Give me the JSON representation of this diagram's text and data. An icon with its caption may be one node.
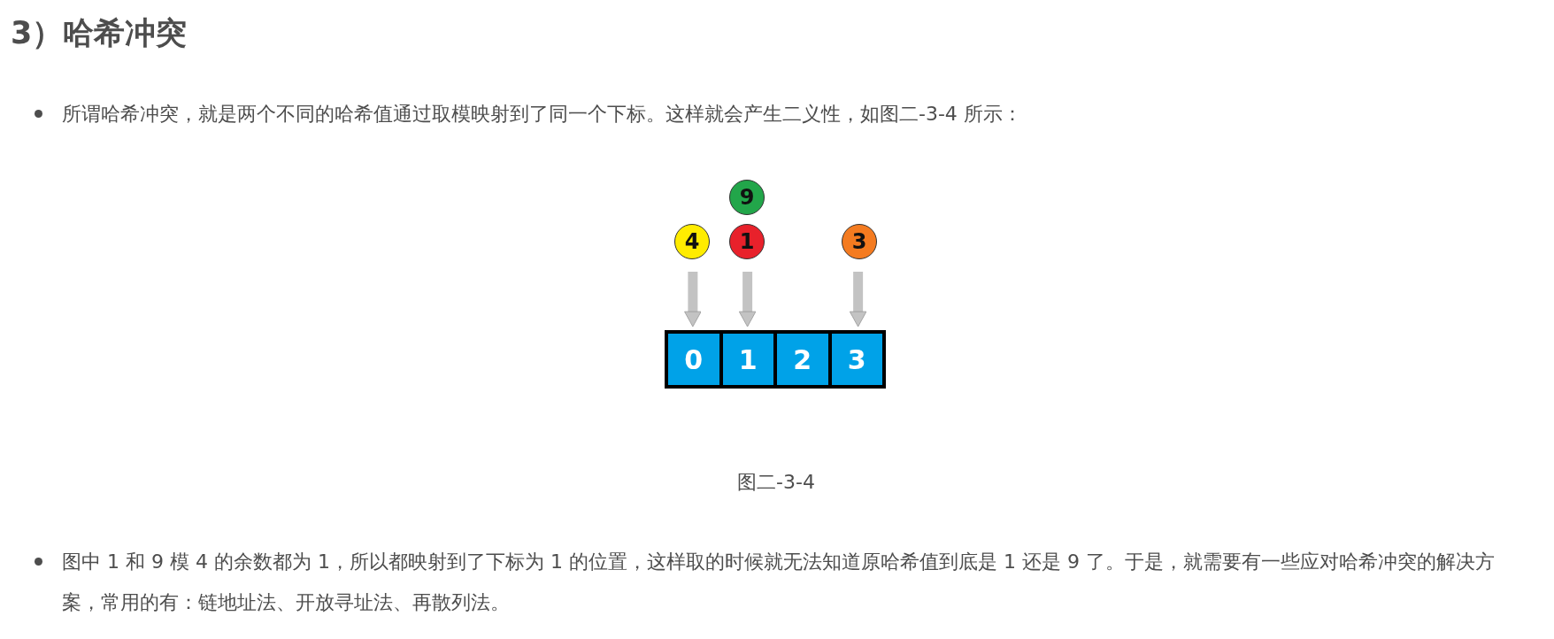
{
  "diagram": {
    "title": "3）哈希冲突",
    "labels": [
      "所谓哈希冲突，就是两个不同的哈希值通过取模映射到了同一个下标。这样就会产生二义性，如图二-3-4 所示：",
      "图中 1 和 9 模 4 的余数都为 1，所以都映射到了下标为 1 的位置，这样取的时候就无法知道原哈希值到底是 1 还是 9 了。于是，就需要有一些应对哈希冲突的解决方案，常用的有：链地址法、开放寻址法、再散列法。"
    ],
    "caption": "图二-3-4",
    "nodes": [
      {
        "text": [
          "9"
        ]
      },
      {
        "text": [
          "4"
        ]
      },
      {
        "text": [
          "1"
        ]
      },
      {
        "text": [
          "3"
        ]
      },
      {
        "text": [],
        "shape": "box"
      },
      {
        "text": [
          "0"
        ],
        "in": 4
      },
      {
        "text": [
          "1"
        ],
        "in": 4
      },
      {
        "text": [
          "2"
        ],
        "in": 4
      },
      {
        "text": [
          "3"
        ],
        "in": 4
      }
    ],
    "edges": [
      {
        "from": 1,
        "to": 5,
        "arrow": "to"
      },
      {
        "from": 2,
        "to": 6,
        "arrow": "to"
      },
      {
        "from": 3,
        "to": 8,
        "arrow": "to"
      }
    ]
  }
}
